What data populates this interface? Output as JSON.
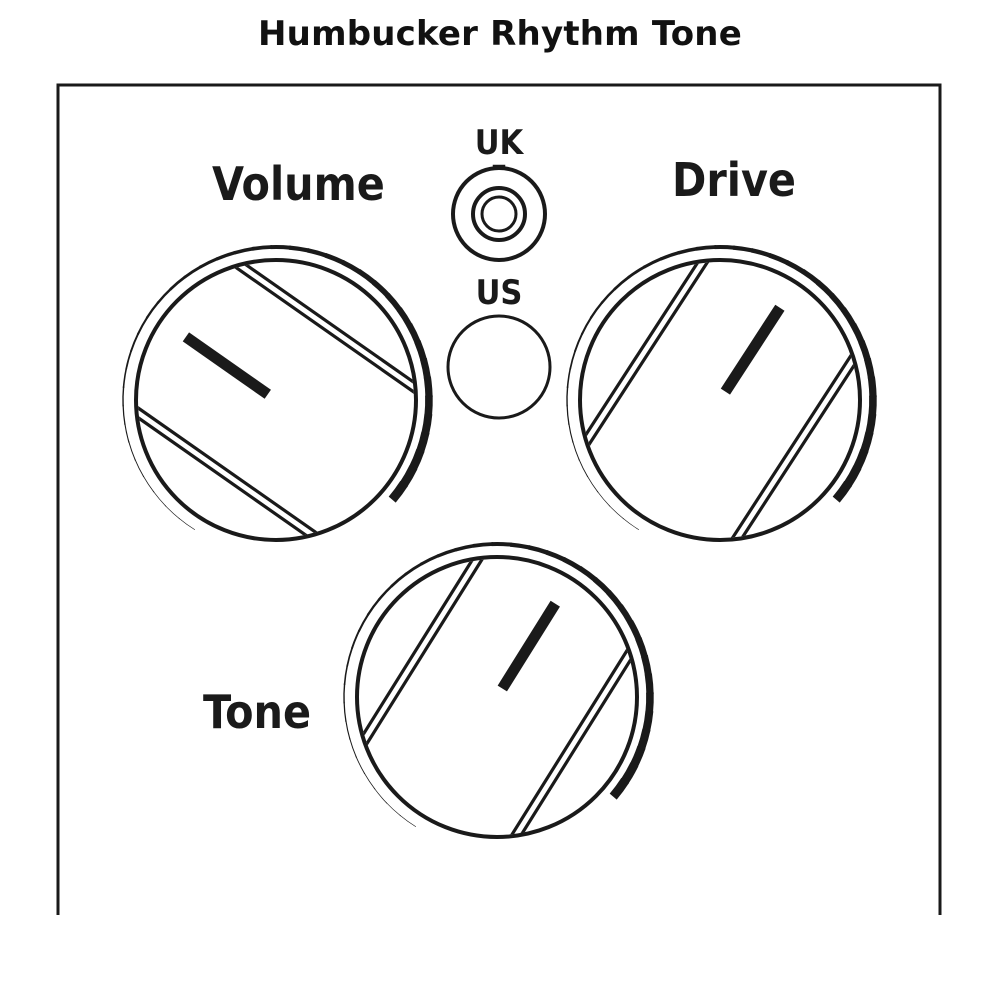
{
  "title": "Humbucker Rhythm Tone",
  "knobs": [
    {
      "id": "volume",
      "label": "Volume",
      "pointer_angle_deg": -55
    },
    {
      "id": "drive",
      "label": "Drive",
      "pointer_angle_deg": 33
    },
    {
      "id": "tone",
      "label": "Tone",
      "pointer_angle_deg": 32
    }
  ],
  "switch": {
    "top_label": "UK",
    "bottom_label": "US"
  },
  "colors": {
    "ink": "#1a1a1a",
    "background": "#ffffff"
  }
}
